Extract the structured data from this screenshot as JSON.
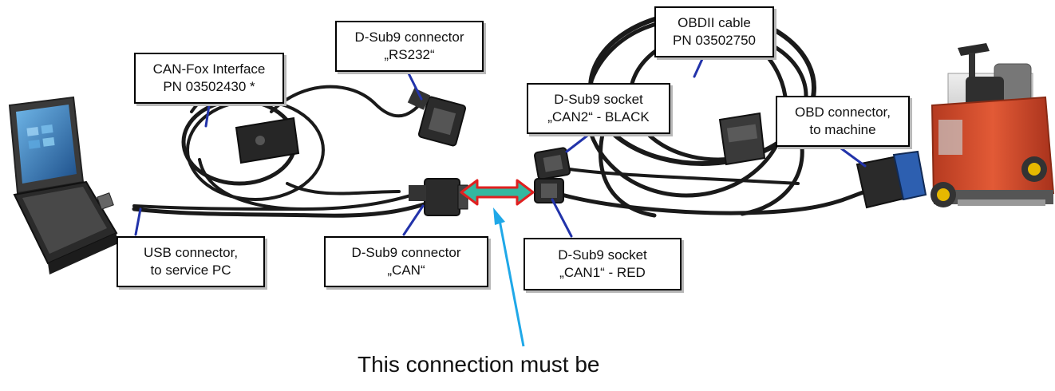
{
  "labels": {
    "canfox": {
      "line1": "CAN-Fox Interface",
      "line2": "PN 03502430 *"
    },
    "dsub_rs232": {
      "line1": "D-Sub9 connector",
      "line2": "„RS232“"
    },
    "obdii_cable": {
      "line1": "OBDII cable",
      "line2": "PN 03502750"
    },
    "socket_can2": {
      "line1": "D-Sub9 socket",
      "line2": "„CAN2“ - BLACK"
    },
    "obd_connector": {
      "line1": "OBD connector,",
      "line2": "to machine"
    },
    "usb_connector": {
      "line1": "USB connector,",
      "line2": "to service PC"
    },
    "dsub_can": {
      "line1": "D-Sub9 connector",
      "line2": "„CAN“"
    },
    "socket_can1": {
      "line1": "D-Sub9 socket",
      "line2": "„CAN1“ - RED"
    }
  },
  "note": "This connection must be",
  "colors": {
    "leader_line": "#2233aa",
    "note_arrow": "#1fa8e8",
    "double_arrow_fill": "#33b8a0",
    "double_arrow_outline": "#e02020",
    "cable": "#1a1a1a",
    "machine_body": "#d04a2c"
  },
  "icons": [
    "laptop-icon",
    "cable-icon",
    "d-sub9-connector-icon",
    "obd-connector-icon",
    "floor-scrubber-machine-icon"
  ]
}
